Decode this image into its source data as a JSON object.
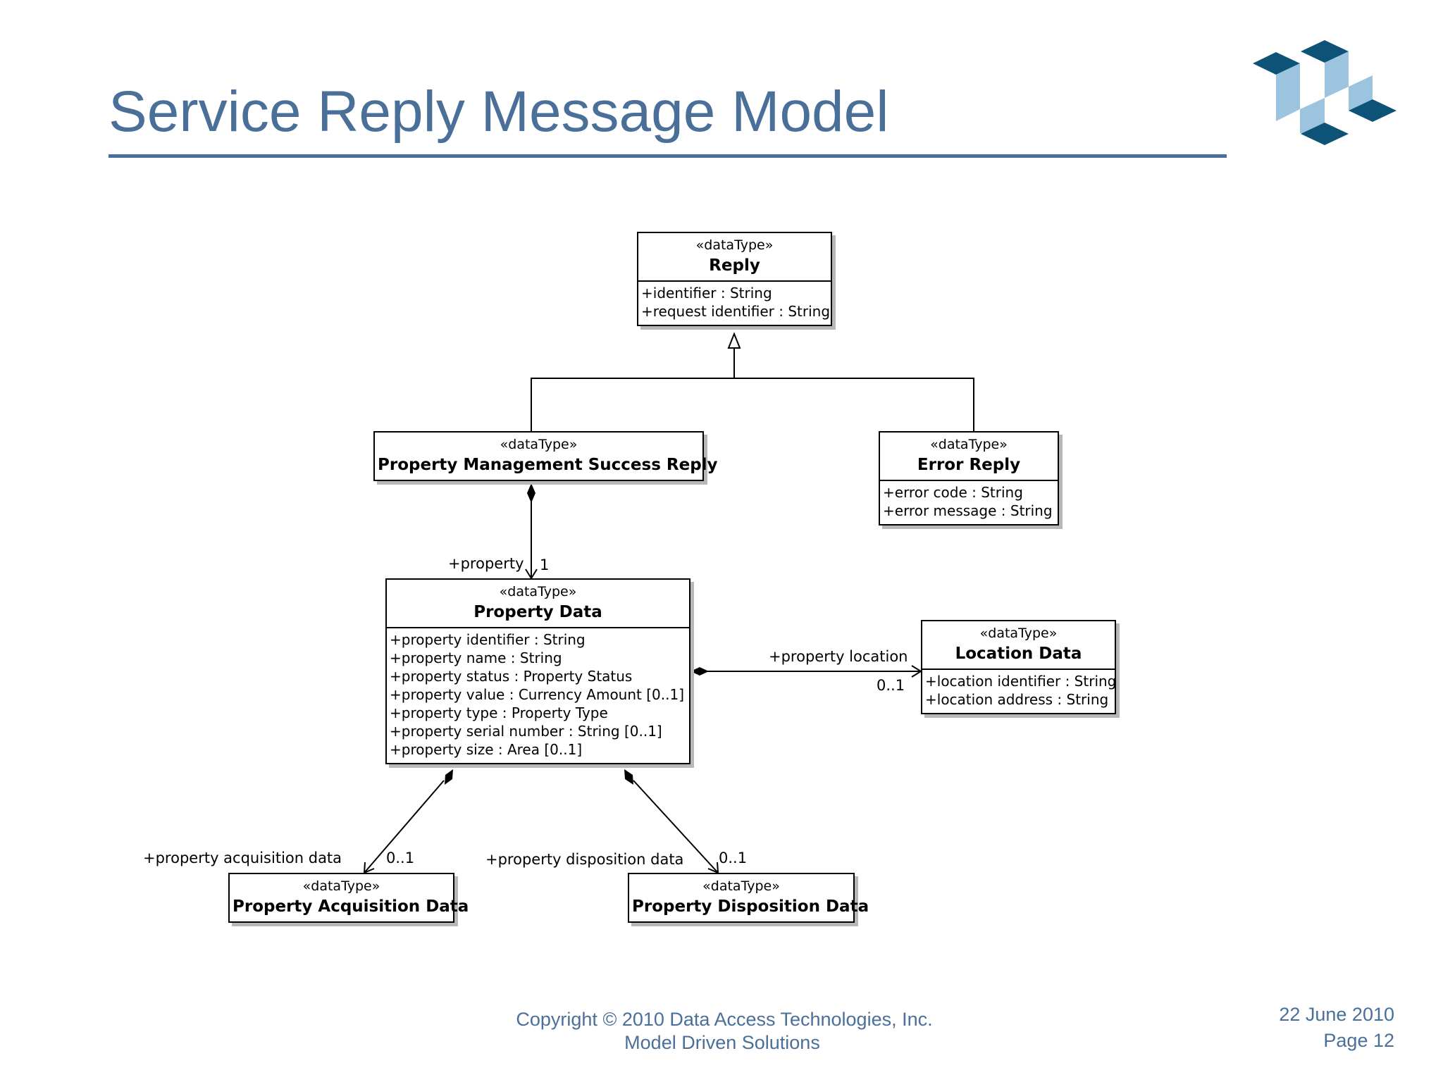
{
  "slide": {
    "title": "Service Reply Message Model",
    "brand_color": "#4a7099"
  },
  "diagram": {
    "stereotype": "«dataType»",
    "classes": {
      "reply": {
        "name": "Reply",
        "attributes": [
          "+identifier : String",
          "+request identifier : String"
        ]
      },
      "success": {
        "name": "Property Management Success Reply",
        "attributes": []
      },
      "error": {
        "name": "Error Reply",
        "attributes": [
          "+error code : String",
          "+error message : String"
        ]
      },
      "property": {
        "name": "Property Data",
        "attributes": [
          "+property identifier : String",
          "+property name : String",
          "+property status : Property Status",
          "+property value : Currency Amount [0..1]",
          "+property type : Property Type",
          "+property serial number : String [0..1]",
          "+property size : Area [0..1]"
        ]
      },
      "location": {
        "name": "Location Data",
        "attributes": [
          "+location identifier : String",
          "+location address : String"
        ]
      },
      "acquisition": {
        "name": "Property Acquisition Data",
        "attributes": []
      },
      "disposition": {
        "name": "Property Disposition Data",
        "attributes": []
      }
    },
    "associations": {
      "property": {
        "role": "+property",
        "multiplicity": "1"
      },
      "location": {
        "role": "+property location",
        "multiplicity": "0..1"
      },
      "acquisition": {
        "role": "+property acquisition data",
        "multiplicity": "0..1"
      },
      "disposition": {
        "role": "+property disposition data",
        "multiplicity": "0..1"
      }
    }
  },
  "footer": {
    "copyright": "Copyright © 2010 Data Access Technologies, Inc.",
    "tagline": "Model Driven Solutions",
    "date": "22 June 2010",
    "page": "Page 12"
  }
}
